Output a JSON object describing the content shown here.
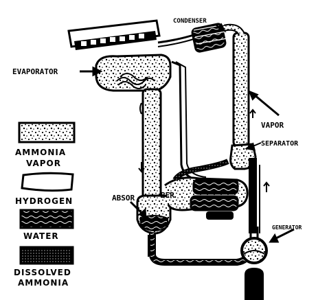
{
  "labels": {
    "condenser": "CONDENSER",
    "evaporator": "EVAPORATOR",
    "vapor": "VAPOR",
    "separator": "SEPARATOR",
    "absorber_left": "ABSOR",
    "absorber_right": "BER",
    "generator": "GENERATOR"
  },
  "legend": [
    {
      "key": "ammonia_vapor",
      "lines": [
        "AMMONIA",
        "VAPOR"
      ]
    },
    {
      "key": "hydrogen",
      "lines": [
        "HYDROGEN"
      ]
    },
    {
      "key": "water",
      "lines": [
        "WATER"
      ]
    },
    {
      "key": "dissolved_ammonia",
      "lines": [
        "DISSOLVED",
        "AMMONIA"
      ]
    }
  ],
  "colors": {
    "ink": "#000000",
    "paper": "#ffffff"
  }
}
